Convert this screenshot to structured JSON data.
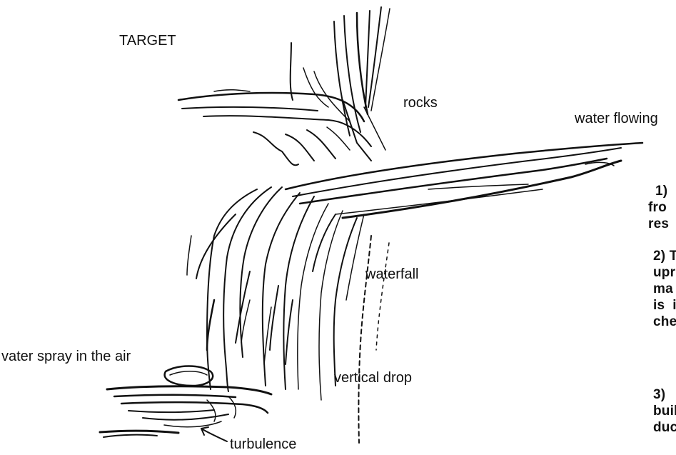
{
  "labels": {
    "target": "TARGET",
    "rocks": "rocks",
    "water_flowing": "water flowing",
    "waterfall": "waterfall",
    "water_spray": "vater spray in the air",
    "vertical_drop": "vertical drop",
    "turbulence": "turbulence"
  },
  "side_text": {
    "block1": [
      "1)",
      "fro",
      "res"
    ],
    "block2": [
      "2) T",
      "upr",
      "ma",
      "is  i",
      "che"
    ],
    "block3": [
      "3)",
      "buil",
      "duc"
    ]
  }
}
